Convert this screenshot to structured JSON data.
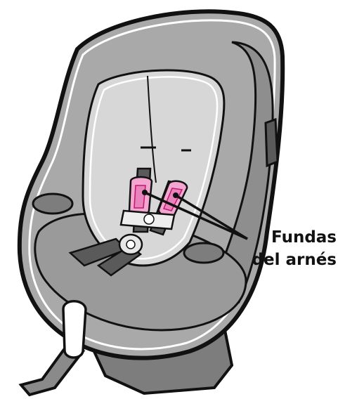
{
  "illustration": {
    "subject": "car-seat",
    "colors": {
      "shell_outline": "#111111",
      "shell_fill": "#a9a9a9",
      "shell_dark": "#7d7d7d",
      "cushion_fill": "#d7d7d7",
      "piping": "#ffffff",
      "harness": "#5a5a5a",
      "harness_cover": "#f2a6d0",
      "harness_cover_edge": "#c2186d",
      "leader_line": "#111111"
    }
  },
  "callout": {
    "line1": "Fundas",
    "line2": "del arnés"
  }
}
